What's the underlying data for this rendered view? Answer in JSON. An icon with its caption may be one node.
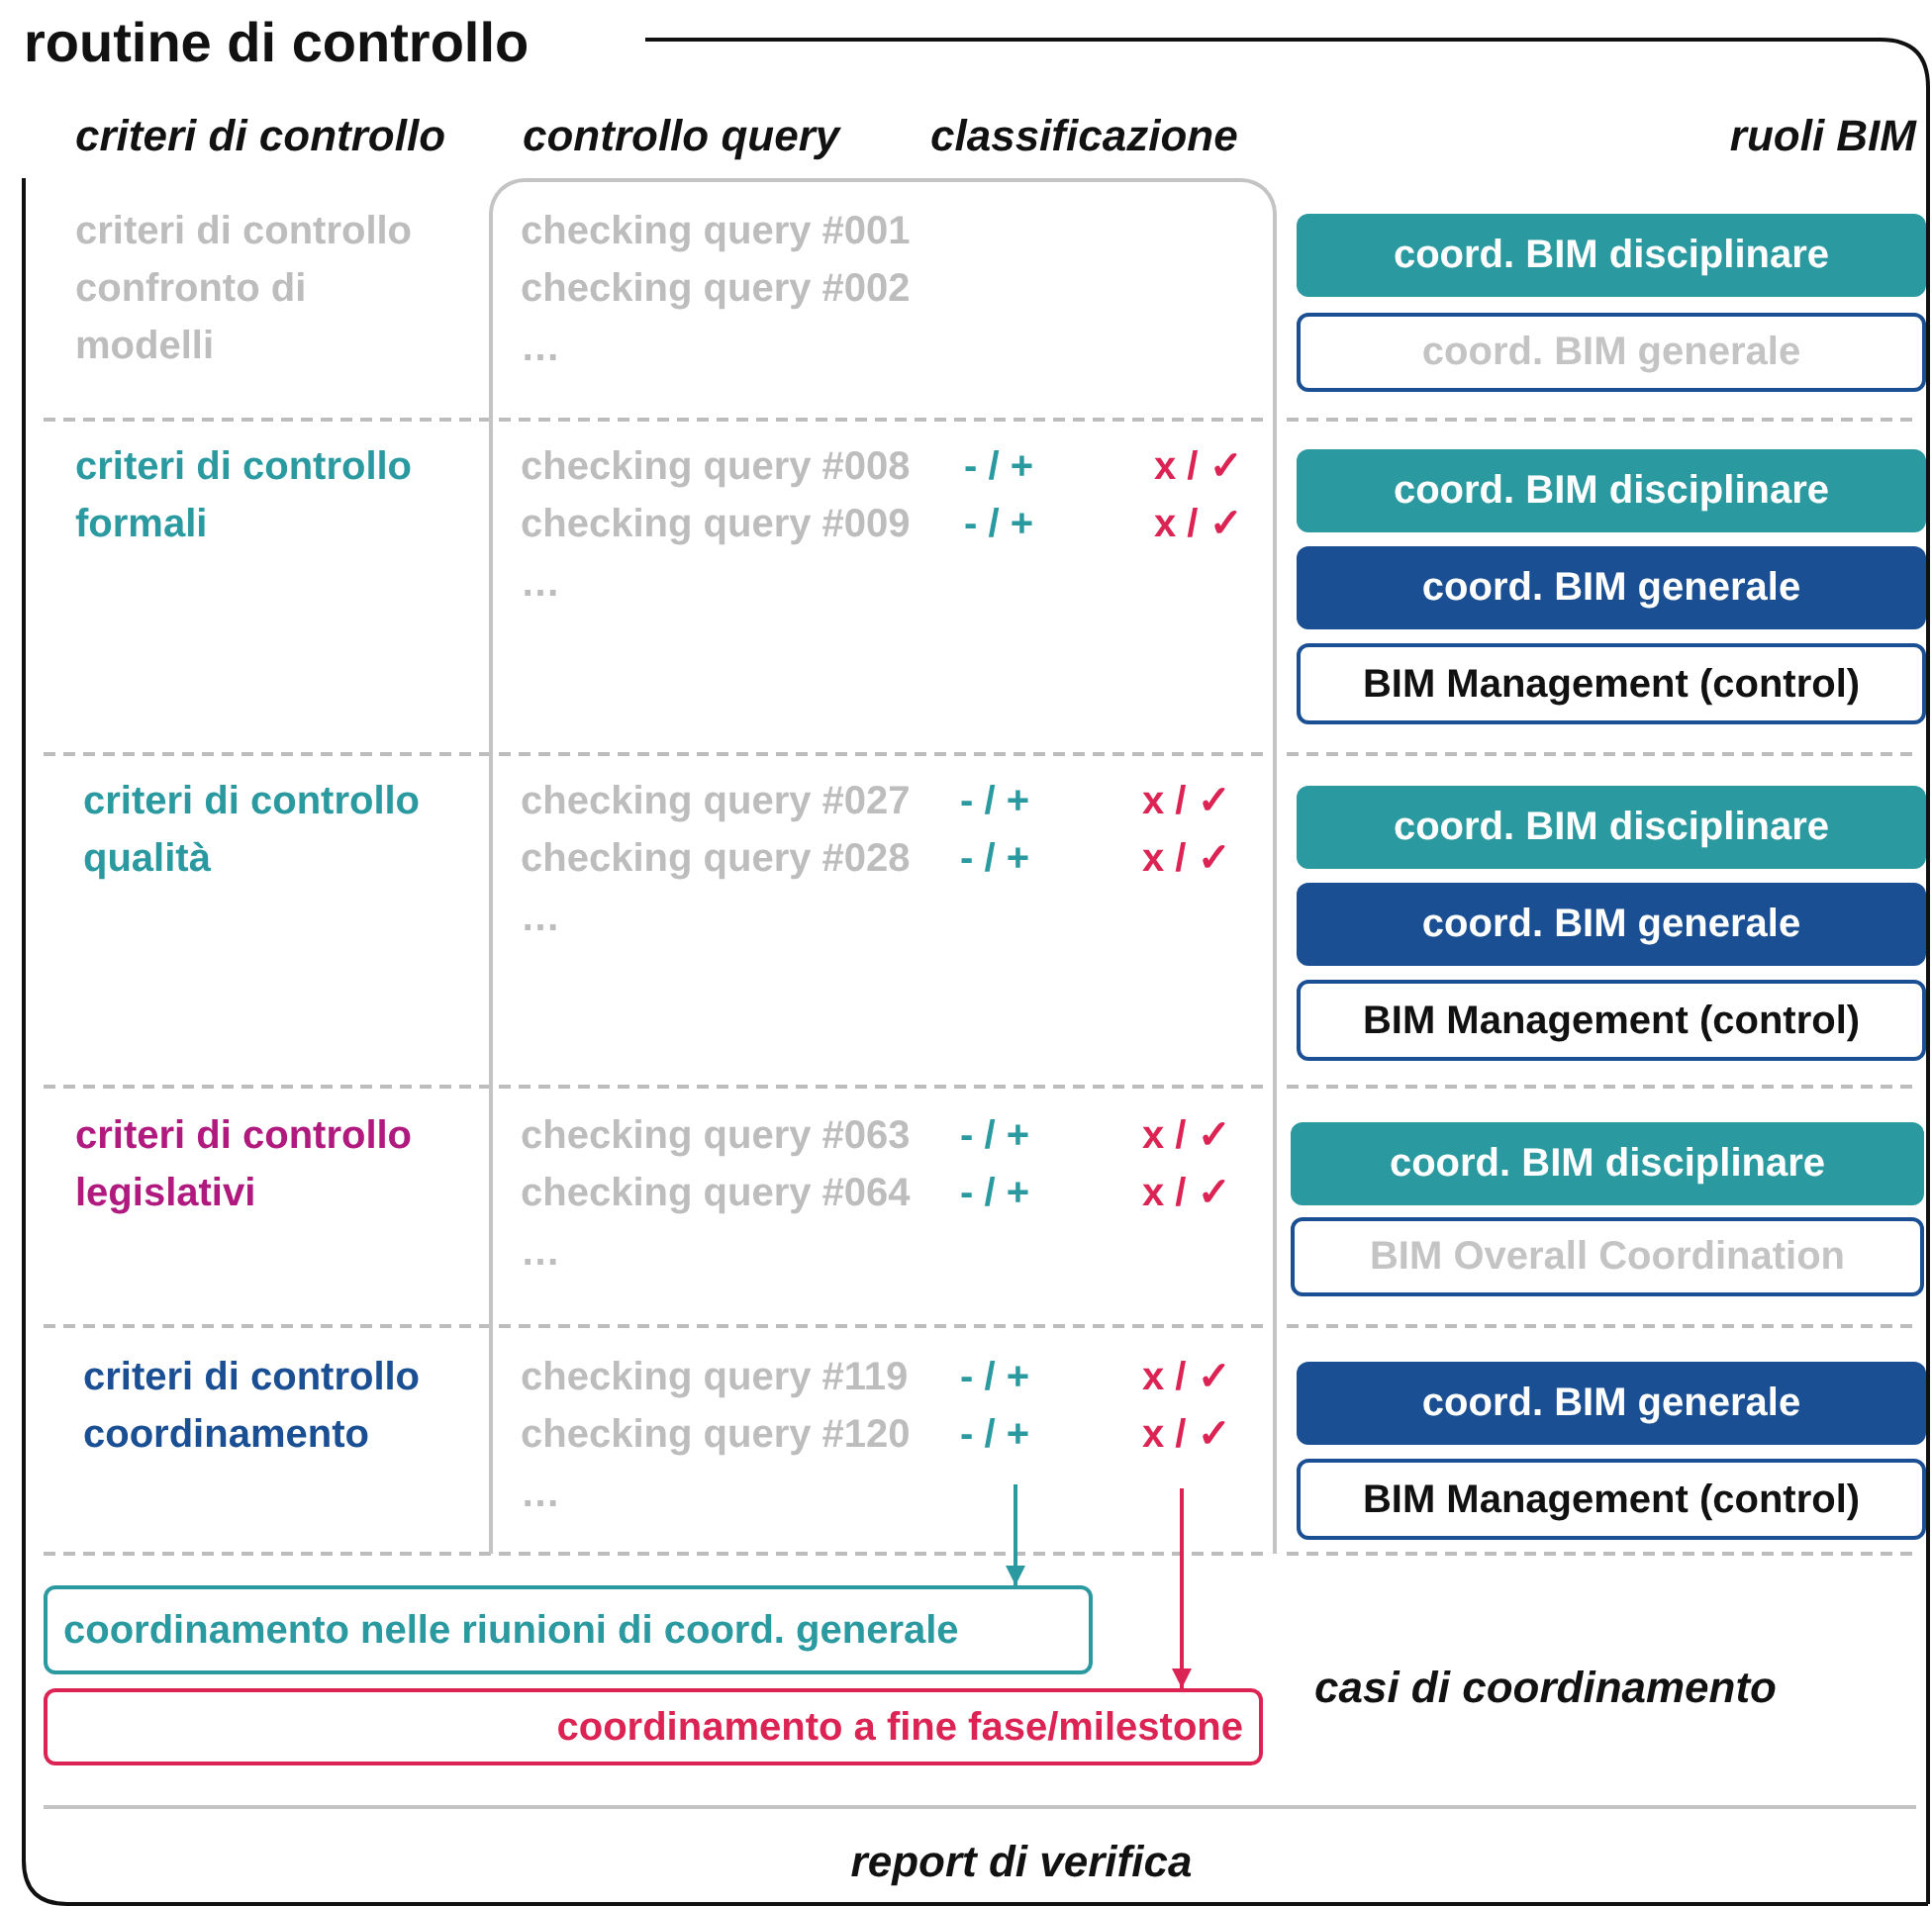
{
  "diagram": {
    "title": "routine di controllo",
    "nodes": [
      {
        "text": [],
        "shape": "box"
      },
      {
        "text": [
          "coord. BIM disciplinare"
        ]
      },
      {
        "text": [
          "coord. BIM generale"
        ]
      },
      {
        "text": [
          "coord. BIM disciplinare"
        ]
      },
      {
        "text": [
          "coord. BIM generale"
        ]
      },
      {
        "text": [
          "BIM Management (control)"
        ]
      },
      {
        "text": [
          "coord. BIM disciplinare"
        ]
      },
      {
        "text": [
          "coord. BIM generale"
        ]
      },
      {
        "text": [
          "BIM Management (control)"
        ]
      },
      {
        "text": [
          "coord. BIM disciplinare"
        ]
      },
      {
        "text": [
          "BIM Overall Coordination"
        ]
      },
      {
        "text": [
          "coord. BIM generale"
        ]
      },
      {
        "text": [
          "BIM Management (control)"
        ]
      },
      {
        "text": [
          "coordinamento nelle riunioni di coord. generale"
        ]
      },
      {
        "text": [
          "coordinamento a fine fase/milestone"
        ]
      }
    ],
    "edges": [
      {
        "from": 0,
        "to": 13,
        "arrow": "to",
        "color": "#2a9aa0"
      },
      {
        "from": 0,
        "to": 14,
        "arrow": "to",
        "color": "#dc2454"
      }
    ],
    "labels": [
      "criteri di controllo",
      "controllo query",
      "classificazione",
      "ruoli BIM",
      "criteri di controllo confronto di modelli",
      "checking query #001",
      "checking query #002",
      "…",
      "criteri di controllo formali",
      "checking query #008",
      "- / +",
      "x / ✓",
      "checking query #009",
      "- / +",
      "x / ✓",
      "…",
      "criteri di controllo qualità",
      "checking query #027",
      "- / +",
      "x / ✓",
      "checking query #028",
      "- / +",
      "x / ✓",
      "…",
      "criteri di controllo legislativi",
      "checking query #063",
      "- / +",
      "x / ✓",
      "checking query #064",
      "- / +",
      "x / ✓",
      "…",
      "criteri di controllo coordinamento",
      "checking query #119",
      "- / +",
      "x / ✓",
      "checking query #120",
      "- / +",
      "x / ✓",
      "…",
      "casi di coordinamento",
      "report di verifica"
    ]
  }
}
